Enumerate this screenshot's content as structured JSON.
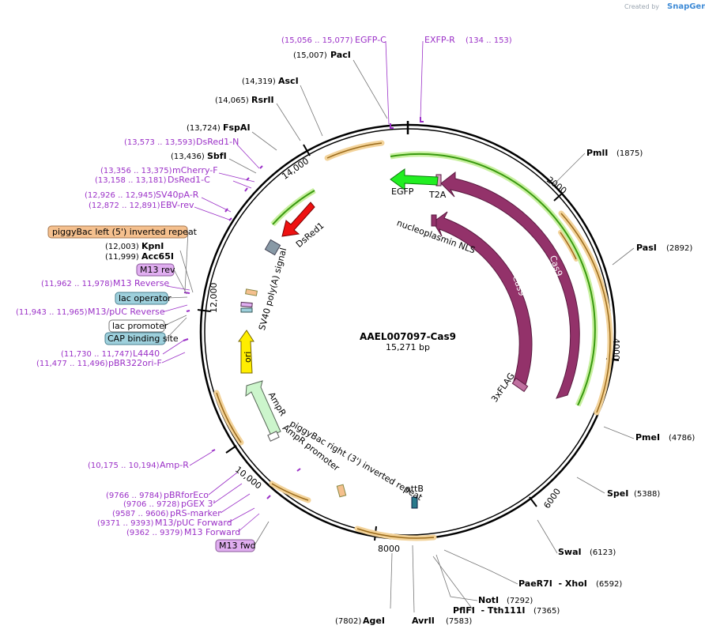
{
  "brand": {
    "created_by": "Created by",
    "name": "SnapGene"
  },
  "plasmid": {
    "name": "AAEL007097-Cas9",
    "size": "15,271 bp"
  },
  "ticks": [
    "2000",
    "4000",
    "6000",
    "8000",
    "10,000",
    "12,000",
    "14,000"
  ],
  "enzymes": [
    {
      "name": "PacI",
      "pos": "(15,007)"
    },
    {
      "name": "AscI",
      "pos": "(14,319)"
    },
    {
      "name": "RsrII",
      "pos": "(14,065)"
    },
    {
      "name": "FspAI",
      "pos": "(13,724)"
    },
    {
      "name": "SbfI",
      "pos": "(13,436)"
    },
    {
      "name": "KpnI",
      "pos": "(12,003)"
    },
    {
      "name": "Acc65I",
      "pos": "(11,999)"
    },
    {
      "name": "PmlI",
      "pos": "(1875)"
    },
    {
      "name": "PasI",
      "pos": "(2892)"
    },
    {
      "name": "PmeI",
      "pos": "(4786)"
    },
    {
      "name": "SpeI",
      "pos": "(5388)"
    },
    {
      "name": "SwaI",
      "pos": "(6123)"
    },
    {
      "name": "PaeR7I  - XhoI",
      "pos": "(6592)"
    },
    {
      "name": "NotI",
      "pos": "(7292)"
    },
    {
      "name": "PflFI  - Tth111I",
      "pos": "(7365)"
    },
    {
      "name": "AgeI",
      "pos": "(7802)"
    },
    {
      "name": "AvrII",
      "pos": "(7583)"
    }
  ],
  "primers": [
    {
      "name": "EGFP-C",
      "pos": "(15,056 .. 15,077)"
    },
    {
      "name": "EXFP-R",
      "pos": "(134 .. 153)"
    },
    {
      "name": "DsRed1-N",
      "pos": "(13,573 .. 13,593)"
    },
    {
      "name": "mCherry-F",
      "pos": "(13,356 .. 13,375)"
    },
    {
      "name": "DsRed1-C",
      "pos": "(13,158 .. 13,181)"
    },
    {
      "name": "SV40pA-R",
      "pos": "(12,926 .. 12,945)"
    },
    {
      "name": "EBV-rev",
      "pos": "(12,872 .. 12,891)"
    },
    {
      "name": "M13 Reverse",
      "pos": "(11,962 .. 11,978)"
    },
    {
      "name": "M13/pUC Reverse",
      "pos": "(11,943 .. 11,965)"
    },
    {
      "name": "L4440",
      "pos": "(11,730 .. 11,747)"
    },
    {
      "name": "pBR322ori-F",
      "pos": "(11,477 .. 11,496)"
    },
    {
      "name": "Amp-R",
      "pos": "(10,175 .. 10,194)"
    },
    {
      "name": "pBRforEco",
      "pos": "(9766 .. 9784)"
    },
    {
      "name": "pGEX 3'",
      "pos": "(9706 .. 9728)"
    },
    {
      "name": "pRS-marker",
      "pos": "(9587 .. 9606)"
    },
    {
      "name": "M13/pUC Forward",
      "pos": "(9371 .. 9393)"
    },
    {
      "name": "M13 Forward",
      "pos": "(9362 .. 9379)"
    }
  ],
  "boxes": [
    {
      "name": "piggyBac left (5') inverted repeat",
      "color": "#f5c08e"
    },
    {
      "name": "M13 rev",
      "color": "#e0aef0"
    },
    {
      "name": "lac operator",
      "color": "#9ed0dc"
    },
    {
      "name": "lac promoter",
      "color": "#ffffff"
    },
    {
      "name": "CAP binding site",
      "color": "#9ed0dc"
    },
    {
      "name": "M13 fwd",
      "color": "#e0aef0"
    }
  ],
  "features": {
    "egfp": "EGFP",
    "t2a": "T2A",
    "nls": "nucleoplasmin NLS",
    "cas9": "Cas9",
    "flag": "3xFLAG",
    "dsred": "DsRed1",
    "sv40": "SV40 poly(A) signal",
    "ori": "ori",
    "ampr": "AmpR",
    "ampr_promoter": "AmpR promoter",
    "pb_right": "piggyBac right (3') inverted repeat",
    "attb": "attB"
  },
  "colors": {
    "egfp": "#22ee22",
    "cas9": "#93326a",
    "dsred": "#ee1111",
    "ori": "#ffee00",
    "ampr": "#ccf5cc",
    "orange_feature": "#f3b26a",
    "attb": "#2a7a8c",
    "green_orf": "#6ccc22",
    "primer": "#9b30c7"
  }
}
